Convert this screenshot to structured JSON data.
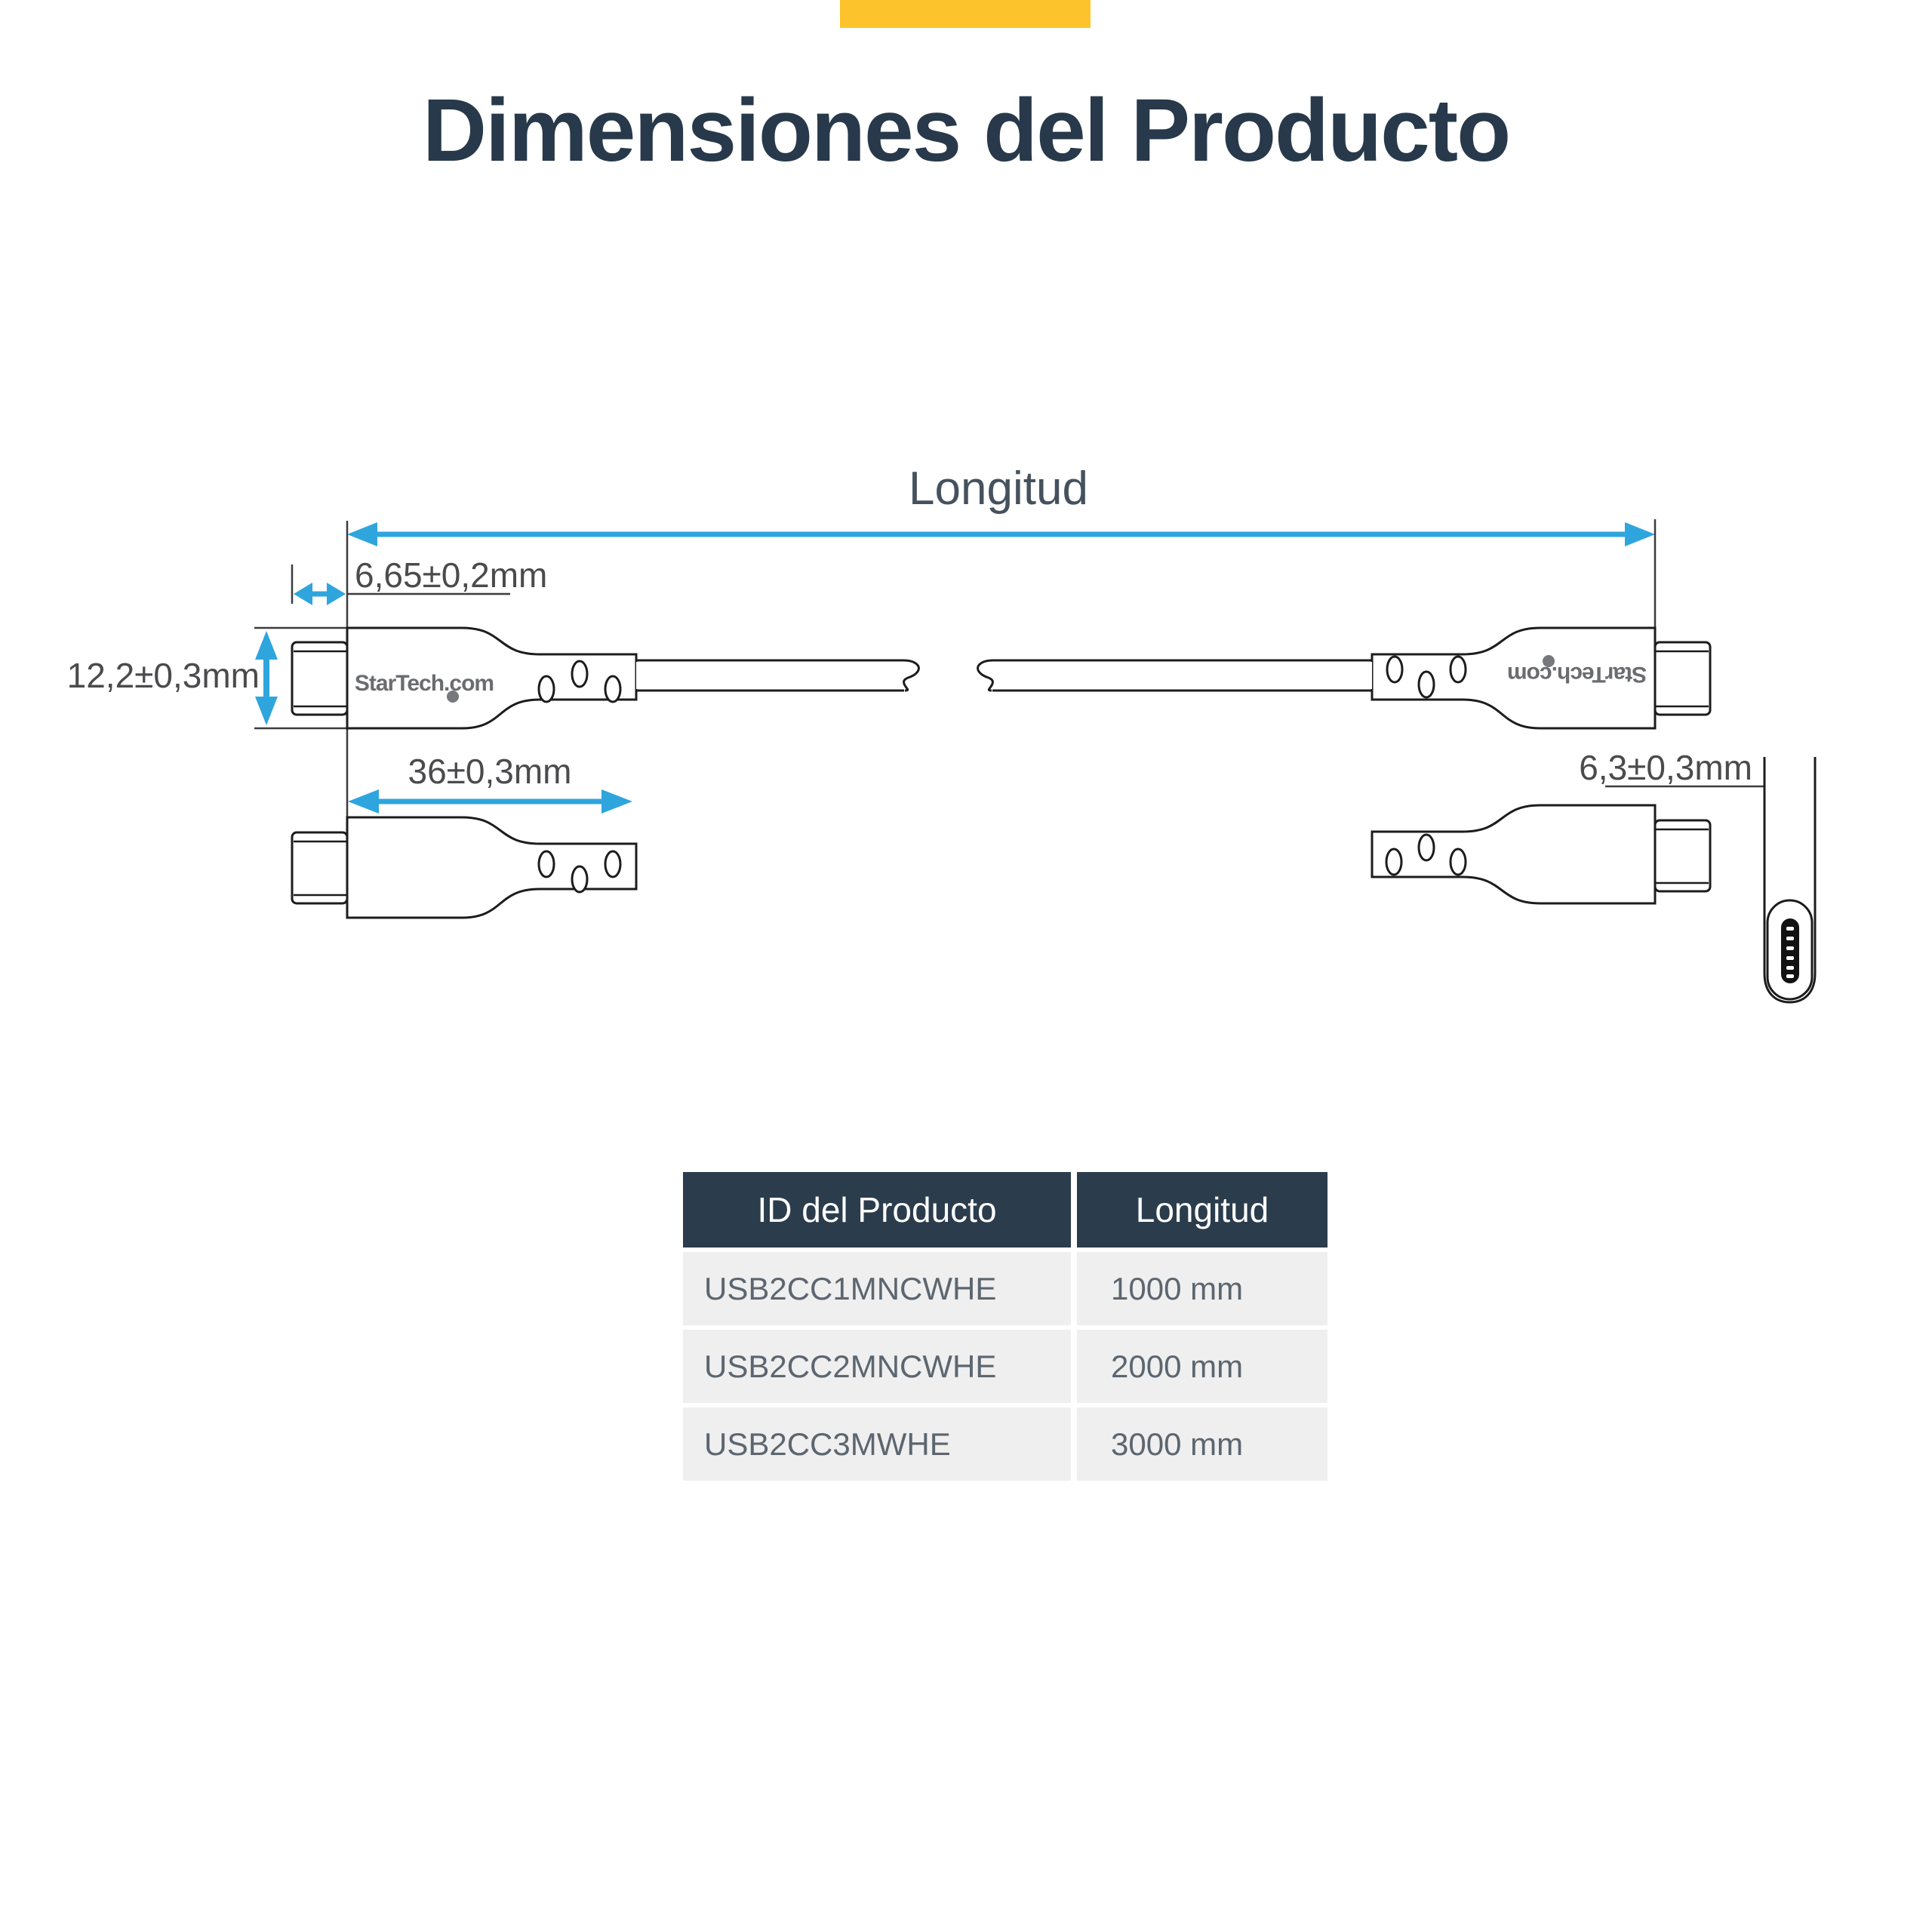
{
  "brand": {
    "accent_yellow": "#FCC32D",
    "navy": "#2B3C4D",
    "dimension_blue": "#2FA5DE"
  },
  "header": {
    "title": "Dimensiones del Producto"
  },
  "diagram": {
    "length_label": "Longitud",
    "dim_plug_length": "6,65±0,2mm",
    "dim_connector_width": "12,2±0,3mm",
    "dim_body_length": "36±0,3mm",
    "dim_thickness": "6,3±0,3mm",
    "logo_text": "StarTech.com"
  },
  "table": {
    "columns": [
      "ID del Producto",
      "Longitud"
    ],
    "rows": [
      {
        "id": "USB2CC1MNCWHE",
        "length": "1000 mm"
      },
      {
        "id": "USB2CC2MNCWHE",
        "length": "2000 mm"
      },
      {
        "id": "USB2CC3MWHE",
        "length": "3000 mm"
      }
    ]
  }
}
